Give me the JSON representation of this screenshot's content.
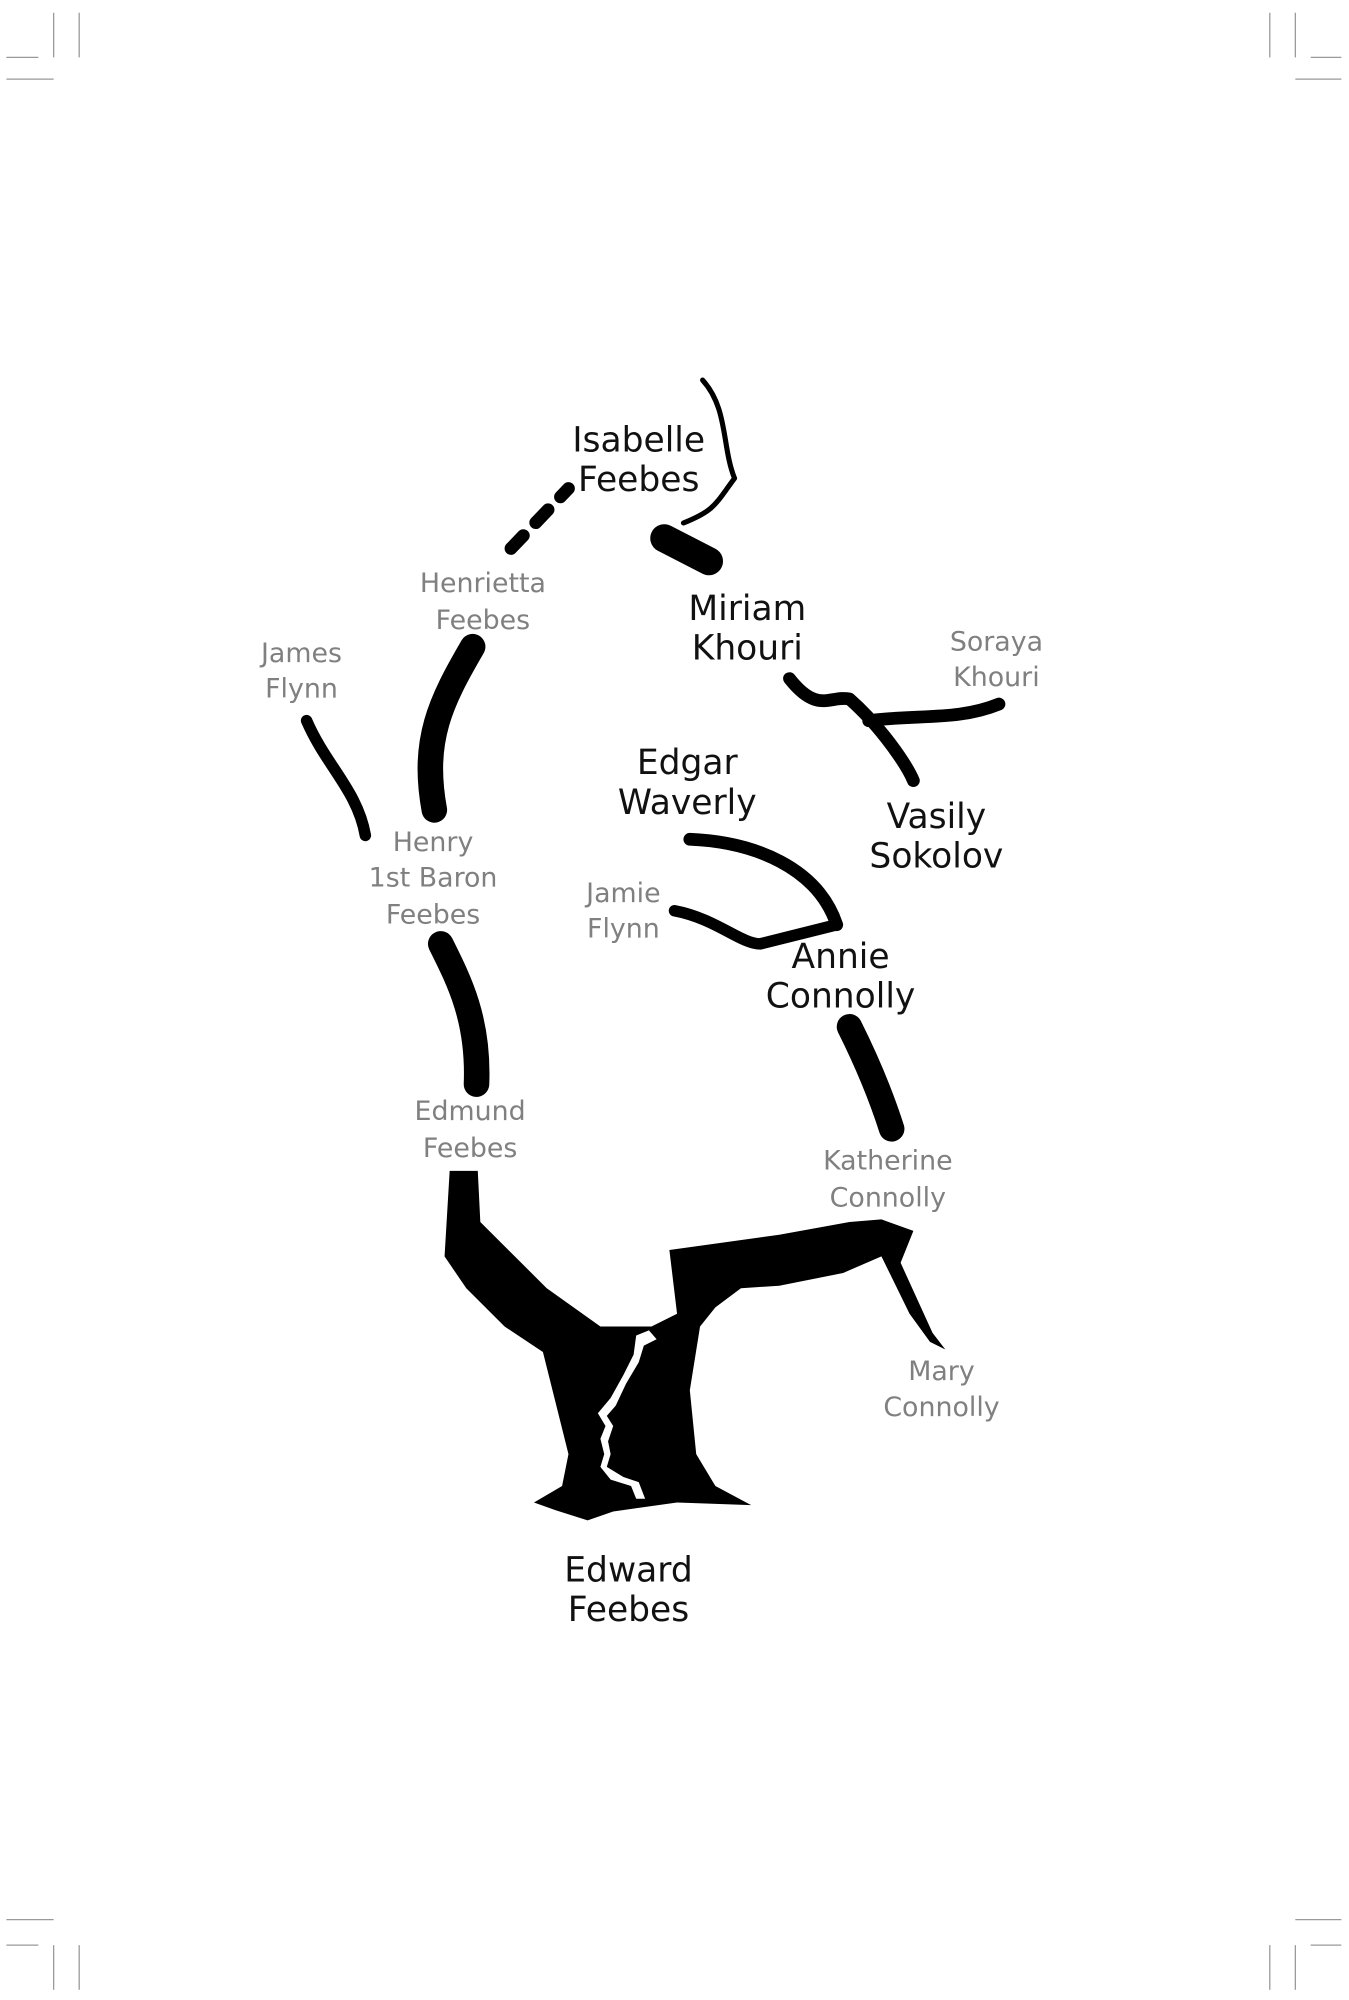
{
  "title": "Family tree",
  "colors": {
    "major": "#111111",
    "minor": "#808080",
    "branch": "#000000"
  },
  "people": {
    "isabelle": [
      "Isabelle",
      "Feebes"
    ],
    "henrietta": [
      "Henrietta",
      "Feebes"
    ],
    "james": [
      "James",
      "Flynn"
    ],
    "miriam": [
      "Miriam",
      "Khouri"
    ],
    "soraya": [
      "Soraya",
      "Khouri"
    ],
    "edgar": [
      "Edgar",
      "Waverly"
    ],
    "vasily": [
      "Vasily",
      "Sokolov"
    ],
    "henry": [
      "Henry",
      "1st Baron",
      "Feebes"
    ],
    "jamie": [
      "Jamie",
      "Flynn"
    ],
    "annie": [
      "Annie",
      "Connolly"
    ],
    "edmund": [
      "Edmund",
      "Feebes"
    ],
    "katherine": [
      "Katherine",
      "Connolly"
    ],
    "mary": [
      "Mary",
      "Connolly"
    ],
    "edward": [
      "Edward",
      "Feebes"
    ]
  }
}
